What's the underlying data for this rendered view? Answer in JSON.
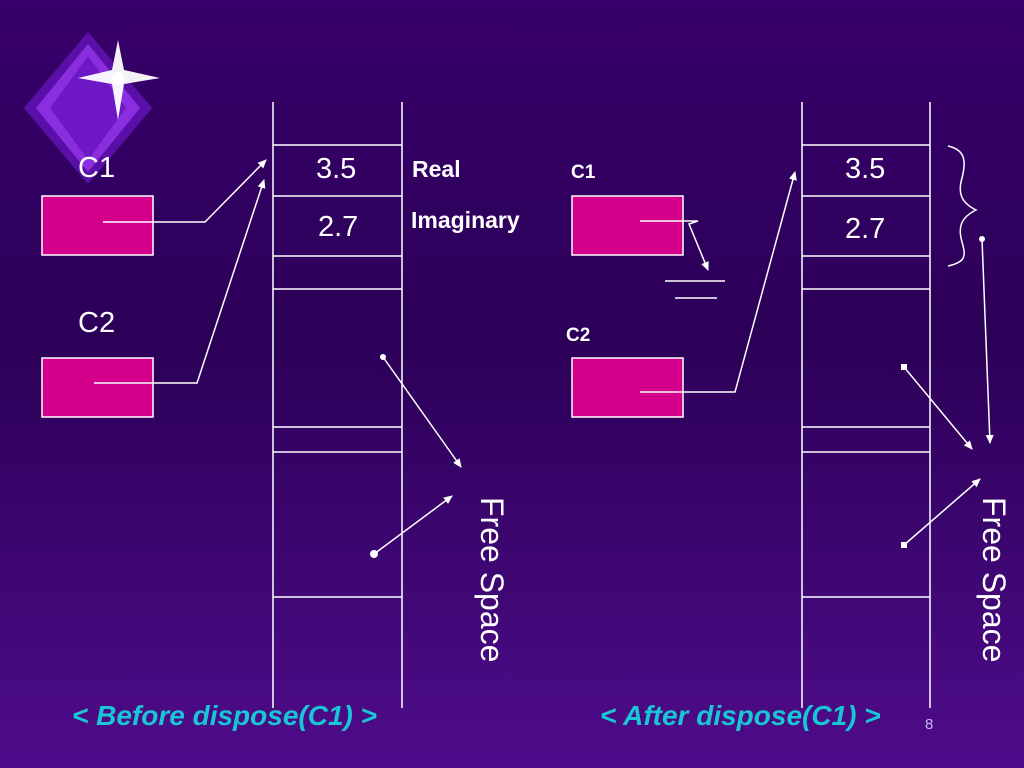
{
  "colors": {
    "box_fill": "#d4008c",
    "line": "#ffffff",
    "caption": "#19c6d6",
    "logo": "#7a1fd0"
  },
  "icons": {
    "logo": "diamond-star-logo-icon"
  },
  "before": {
    "c1_label": "C1",
    "c2_label": "C2",
    "values": [
      "3.5",
      "2.7"
    ],
    "field_labels": [
      "Real",
      "Imaginary"
    ],
    "free_space_label": "Free Space",
    "caption": "< Before dispose(C1) >"
  },
  "after": {
    "c1_label": "C1",
    "c2_label": "C2",
    "values": [
      "3.5",
      "2.7"
    ],
    "free_space_label": "Free Space",
    "caption": "< After dispose(C1) >"
  },
  "page_number": "8"
}
